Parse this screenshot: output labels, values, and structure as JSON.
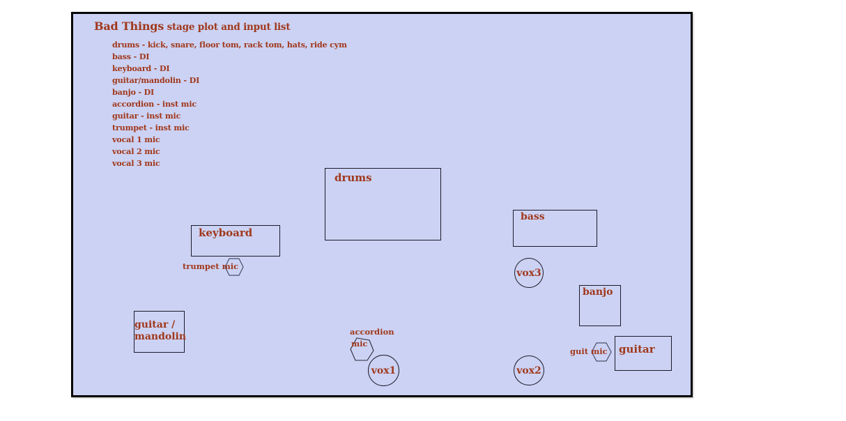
{
  "title": {
    "band": "Bad Things",
    "rest": "stage plot and input list"
  },
  "input_list": [
    "drums -   kick, snare, floor tom, rack tom, hats, ride cym",
    "bass - DI",
    "keyboard - DI",
    "guitar/mandolin - DI",
    "banjo - DI",
    "accordion - inst mic",
    "guitar - inst mic",
    "trumpet - inst mic",
    "vocal 1 mic",
    "vocal 2 mic",
    "vocal 3 mic"
  ],
  "stage": {
    "positions": {
      "drums": "drums",
      "bass": "bass",
      "keyboard": "keyboard",
      "banjo": "banjo",
      "guitar": "guitar",
      "guitar_mandolin_line1": "guitar /",
      "guitar_mandolin_line2": "mandolin"
    },
    "mics": {
      "trumpet_mic": "trumpet mic",
      "accordion_mic_line1": "accordion",
      "accordion_mic_line2": "mic",
      "guitar_mic": "guit mic"
    },
    "vocals": {
      "vox1": "vox1",
      "vox2": "vox2",
      "vox3": "vox3"
    }
  },
  "colors": {
    "stage_fill": "#ccd2f3",
    "text": "#a0381c",
    "outline": "#1a1a2a"
  }
}
